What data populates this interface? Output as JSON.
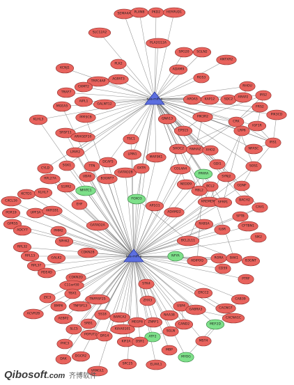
{
  "hubs": [
    {
      "id": "h1",
      "label": "hsa-miR-x"
    },
    {
      "id": "h2",
      "label": "hsa-miR-y"
    }
  ],
  "nodes": [
    {
      "id": "SEMA4A",
      "label": "SEMA4A",
      "color": "red"
    },
    {
      "id": "PLXNB",
      "label": "PLXNB",
      "color": "red"
    },
    {
      "id": "PKD2",
      "label": "PKD2",
      "color": "red"
    },
    {
      "id": "HERPUD1",
      "label": "HERPUD1",
      "color": "red"
    },
    {
      "id": "SLC12A2",
      "label": "SLC12A2",
      "color": "red"
    },
    {
      "id": "PLA2G12A",
      "label": "PLA2G12A",
      "color": "red"
    },
    {
      "id": "SPG20",
      "label": "SPG20",
      "color": "red"
    },
    {
      "id": "SGLN2",
      "label": "SGLN2",
      "color": "red"
    },
    {
      "id": "ANTXR2",
      "label": "ANTXR2",
      "color": "red"
    },
    {
      "id": "KCNJ1",
      "label": "KCNJ1",
      "color": "red"
    },
    {
      "id": "PLK2",
      "label": "PLK2",
      "color": "red"
    },
    {
      "id": "ADAM9",
      "label": "ADAM9",
      "color": "red"
    },
    {
      "id": "RGS3",
      "label": "RGS3",
      "color": "red"
    },
    {
      "id": "TRPC4AP",
      "label": "TRPC4AP",
      "color": "red"
    },
    {
      "id": "AGPAT3",
      "label": "AGPAT3",
      "color": "red"
    },
    {
      "id": "RHOU",
      "label": "RHOU",
      "color": "red"
    },
    {
      "id": "TRAF7",
      "label": "TRAF7",
      "color": "red"
    },
    {
      "id": "CKMT2",
      "label": "CKMT2",
      "color": "red"
    },
    {
      "id": "APOA5",
      "label": "APOA5",
      "color": "red"
    },
    {
      "id": "KAP12",
      "label": "KAP12",
      "color": "red"
    },
    {
      "id": "SDC2",
      "label": "SDC2",
      "color": "red"
    },
    {
      "id": "ARAP2",
      "label": "ARAP2",
      "color": "red"
    },
    {
      "id": "IRS2",
      "label": "IRS2",
      "color": "red"
    },
    {
      "id": "AIPL1",
      "label": "AIPL1",
      "color": "red"
    },
    {
      "id": "GALNT12",
      "label": "GALNT12",
      "color": "red"
    },
    {
      "id": "MGEA5",
      "label": "MGEA5",
      "color": "red"
    },
    {
      "id": "FRS2",
      "label": "FRS2",
      "color": "red"
    },
    {
      "id": "PPP3CB",
      "label": "PPP3CB",
      "color": "red"
    },
    {
      "id": "PIK3R2",
      "label": "PIK3R2",
      "color": "red"
    },
    {
      "id": "CRK",
      "label": "CRK",
      "color": "red"
    },
    {
      "id": "IGF1R",
      "label": "IGF1R",
      "color": "red"
    },
    {
      "id": "PIK3CD",
      "label": "PIK3CD",
      "color": "red"
    },
    {
      "id": "KLHL3",
      "label": "KLHL3",
      "color": "red"
    },
    {
      "id": "QNA13",
      "label": "QNA13",
      "color": "red"
    },
    {
      "id": "LRP6",
      "label": "LRP6",
      "color": "red"
    },
    {
      "id": "SRSF11",
      "label": "SRSF11",
      "color": "red"
    },
    {
      "id": "ARHGEF10",
      "label": "ARHGEF10",
      "color": "red"
    },
    {
      "id": "TSC1",
      "label": "TSC1",
      "color": "red"
    },
    {
      "id": "EPS15",
      "label": "EPS15",
      "color": "red"
    },
    {
      "id": "IRS1",
      "label": "IRS1",
      "color": "red"
    },
    {
      "id": "LPIN1",
      "label": "LPIN1",
      "color": "red"
    },
    {
      "id": "SHOC2",
      "label": "SHOC2",
      "color": "red"
    },
    {
      "id": "YWHAZ",
      "label": "YWHAZ",
      "color": "red"
    },
    {
      "id": "XHO2",
      "label": "XHO2",
      "color": "red"
    },
    {
      "id": "NFASC",
      "label": "NFASC",
      "color": "red"
    },
    {
      "id": "LPAR2",
      "label": "LPAR2",
      "color": "red"
    },
    {
      "id": "DCAF5",
      "label": "DCAF5",
      "color": "red"
    },
    {
      "id": "MAP3K1",
      "label": "MAP3K1",
      "color": "red"
    },
    {
      "id": "SGK1",
      "label": "SGK1",
      "color": "red"
    },
    {
      "id": "TTN",
      "label": "TTN",
      "color": "red"
    },
    {
      "id": "COL4A4",
      "label": "COL4A4",
      "color": "red"
    },
    {
      "id": "GDI1",
      "label": "GDI1",
      "color": "red"
    },
    {
      "id": "SOS1",
      "label": "SOS1",
      "color": "red"
    },
    {
      "id": "CYLD",
      "label": "CYLD",
      "color": "red"
    },
    {
      "id": "PPARA",
      "label": "PPARA",
      "color": "green"
    },
    {
      "id": "SYNJ2",
      "label": "SYNJ2",
      "color": "red"
    },
    {
      "id": "UBA6",
      "label": "UBA6",
      "color": "red"
    },
    {
      "id": "B3GNT7",
      "label": "B3GNT7",
      "color": "red"
    },
    {
      "id": "GATAD2B",
      "label": "GATAD2B",
      "color": "red"
    },
    {
      "id": "OXTR",
      "label": "OXTR",
      "color": "red"
    },
    {
      "id": "NEDD9",
      "label": "NEDD9",
      "color": "red"
    },
    {
      "id": "BCL2",
      "label": "BCL2",
      "color": "red"
    },
    {
      "id": "GDNF",
      "label": "GDNF",
      "color": "red"
    },
    {
      "id": "RPL27A",
      "label": "RPL27A",
      "color": "red"
    },
    {
      "id": "S1PR2",
      "label": "S1PR2",
      "color": "red"
    },
    {
      "id": "NFATC1",
      "label": "NFATC1",
      "color": "green"
    },
    {
      "id": "BACH2",
      "label": "BACH2",
      "color": "red"
    },
    {
      "id": "KCTD1",
      "label": "KCTD1",
      "color": "red"
    },
    {
      "id": "KLHL7",
      "label": "KLHL7",
      "color": "red"
    },
    {
      "id": "RBL2",
      "label": "RBL2",
      "color": "red"
    },
    {
      "id": "CXCL16",
      "label": "CXCL16",
      "color": "red"
    },
    {
      "id": "FOXO3",
      "label": "FOXO3",
      "color": "green"
    },
    {
      "id": "KREMEN1",
      "label": "KREMEN1",
      "color": "red"
    },
    {
      "id": "SFRP1",
      "label": "SFRP1",
      "color": "red"
    },
    {
      "id": "CAV1",
      "label": "CAV1",
      "color": "red"
    },
    {
      "id": "EHF",
      "label": "EHF",
      "color": "red"
    },
    {
      "id": "AP1G1",
      "label": "AP1G1",
      "color": "red"
    },
    {
      "id": "POR19",
      "label": "POR19",
      "color": "red"
    },
    {
      "id": "UPF3A",
      "label": "UPF3A",
      "color": "red"
    },
    {
      "id": "ADAM22",
      "label": "ADAM22",
      "color": "red"
    },
    {
      "id": "SPTB",
      "label": "SPTB",
      "color": "red"
    },
    {
      "id": "GPR55",
      "label": "GPR55",
      "color": "red"
    },
    {
      "id": "AKR1B1",
      "label": "AKR1B1",
      "color": "red"
    },
    {
      "id": "CFTBN1",
      "label": "CFTBN1",
      "color": "red"
    },
    {
      "id": "ADCY7",
      "label": "ADCY7",
      "color": "red"
    },
    {
      "id": "GATAD2A",
      "label": "GATAD2A",
      "color": "red"
    },
    {
      "id": "RAB5A",
      "label": "RAB5A",
      "color": "red"
    },
    {
      "id": "IL6R",
      "label": "IL6R",
      "color": "red"
    },
    {
      "id": "SIK2",
      "label": "SIK2",
      "color": "red"
    },
    {
      "id": "PMM2",
      "label": "PMM2",
      "color": "red"
    },
    {
      "id": "BCL2L11",
      "label": "BCL2L11",
      "color": "red"
    },
    {
      "id": "RPL32",
      "label": "RPL32",
      "color": "red"
    },
    {
      "id": "SPHK2",
      "label": "SPHK2",
      "color": "red"
    },
    {
      "id": "CDKN2B",
      "label": "CDKN2B",
      "color": "red"
    },
    {
      "id": "NFYA",
      "label": "NFYA",
      "color": "green"
    },
    {
      "id": "RORA",
      "label": "RORA",
      "color": "red"
    },
    {
      "id": "BAK1",
      "label": "BAK1",
      "color": "red"
    },
    {
      "id": "RPL13",
      "label": "RPL13",
      "color": "red"
    },
    {
      "id": "ADIPOQ",
      "label": "ADIPOQ",
      "color": "red"
    },
    {
      "id": "CD59",
      "label": "CD59",
      "color": "red"
    },
    {
      "id": "GALK2",
      "label": "GALK2",
      "color": "red"
    },
    {
      "id": "RPL37",
      "label": "RPL37",
      "color": "red"
    },
    {
      "id": "B3GNT",
      "label": "B3GNT",
      "color": "red"
    },
    {
      "id": "PDE4D",
      "label": "PDE4D",
      "color": "red"
    },
    {
      "id": "CDKN2D",
      "label": "CDKN2D",
      "color": "red"
    },
    {
      "id": "PTRF",
      "label": "PTRF",
      "color": "red"
    },
    {
      "id": "C11orf30",
      "label": "C11orf30",
      "color": "red"
    },
    {
      "id": "STK4",
      "label": "STK4",
      "color": "red"
    },
    {
      "id": "TBX1",
      "label": "TBX1",
      "color": "red"
    },
    {
      "id": "ERCC2",
      "label": "ERCC2",
      "color": "red"
    },
    {
      "id": "ZIC3",
      "label": "ZIC3",
      "color": "red"
    },
    {
      "id": "TNFRSF25",
      "label": "TNFRSF25",
      "color": "red"
    },
    {
      "id": "ZHX3",
      "label": "ZHX3",
      "color": "red"
    },
    {
      "id": "CAB39",
      "label": "CAB39",
      "color": "red"
    },
    {
      "id": "BMP6",
      "label": "BMP6",
      "color": "red"
    },
    {
      "id": "TNFSF13",
      "label": "TNFSF13",
      "color": "red"
    },
    {
      "id": "USP4",
      "label": "USP4",
      "color": "red"
    },
    {
      "id": "CACNG7",
      "label": "CACNG7",
      "color": "red"
    },
    {
      "id": "ACVR2B",
      "label": "ACVR2B",
      "color": "red"
    },
    {
      "id": "AEBP2",
      "label": "AEBP2",
      "color": "red"
    },
    {
      "id": "SS18",
      "label": "SS18",
      "color": "red"
    },
    {
      "id": "NAA38",
      "label": "NAA38",
      "color": "red"
    },
    {
      "id": "GABRA3",
      "label": "GABRA3",
      "color": "red"
    },
    {
      "id": "CACNA1C",
      "label": "CACNA1C",
      "color": "red"
    },
    {
      "id": "BARCA2",
      "label": "BARCA2",
      "color": "red"
    },
    {
      "id": "SRB1",
      "label": "SRB1",
      "color": "red"
    },
    {
      "id": "MEGF6",
      "label": "MEGF6",
      "color": "red"
    },
    {
      "id": "SLC5",
      "label": "SLC5",
      "color": "red"
    },
    {
      "id": "KIAA0101",
      "label": "KIAA0101",
      "color": "red"
    },
    {
      "id": "ZNRF1",
      "label": "ZNRF1",
      "color": "red"
    },
    {
      "id": "CAND2",
      "label": "CAND2",
      "color": "red"
    },
    {
      "id": "MEF2D",
      "label": "MEF2D",
      "color": "green"
    },
    {
      "id": "POFUT2",
      "label": "POFUT2",
      "color": "red"
    },
    {
      "id": "DR14",
      "label": "DR14",
      "color": "red"
    },
    {
      "id": "KIF2A",
      "label": "KIF2A",
      "color": "red"
    },
    {
      "id": "ATF2",
      "label": "ATF2",
      "color": "green"
    },
    {
      "id": "SGLN",
      "label": "SGLN",
      "color": "red"
    },
    {
      "id": "PHC3",
      "label": "PHC3",
      "color": "red"
    },
    {
      "id": "DSR1",
      "label": "DSR1",
      "color": "red"
    },
    {
      "id": "MST4",
      "label": "MST4",
      "color": "red"
    },
    {
      "id": "MBP",
      "label": "MBP",
      "color": "red"
    },
    {
      "id": "DAK",
      "label": "DAK",
      "color": "red"
    },
    {
      "id": "MYOG",
      "label": "MYOG",
      "color": "green"
    },
    {
      "id": "DGCR2",
      "label": "DGCR2",
      "color": "red"
    },
    {
      "id": "ELAVL1",
      "label": "ELAVL1",
      "color": "red"
    },
    {
      "id": "SPC25",
      "label": "SPC25",
      "color": "red"
    },
    {
      "id": "VANGL1",
      "label": "VANGL1",
      "color": "red"
    }
  ],
  "watermark": {
    "main": "Qibosoft",
    "suffix": ".com",
    "cn": "齐博软件"
  },
  "colors": {
    "red_node": "#e8635d",
    "green_node": "#7ee08a",
    "hub": "#5c6fe0",
    "edge": "#6b6b6b"
  }
}
